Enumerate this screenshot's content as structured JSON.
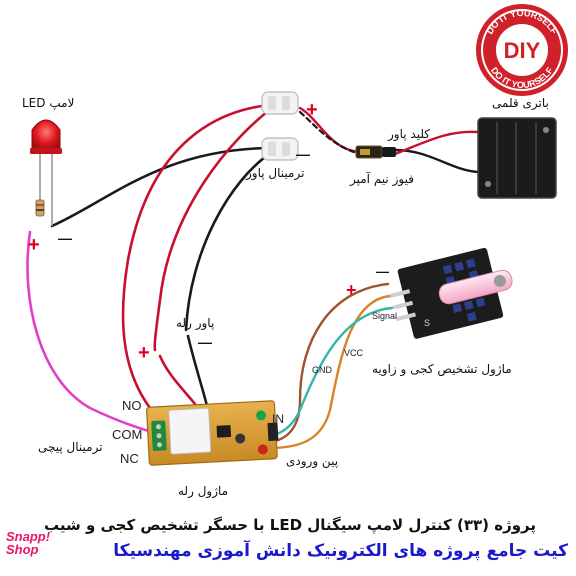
{
  "components": {
    "led_lamp": "لامپ LED",
    "battery_holder": "باتری قلمی",
    "power_switch": "کلید پاور",
    "fuse": "فیوز نیم آمپر",
    "power_terminal": "ترمینال پاور",
    "relay_power": "پاور رله",
    "tilt_module": "ماژول تشخیص کجی و زاویه",
    "input_pins": "پین ورودی",
    "screw_terminal": "ترمینال پیچی",
    "relay_module": "ماژول رله"
  },
  "relay_pins": {
    "no": "NO",
    "com": "COM",
    "nc": "NC",
    "in": "IN"
  },
  "sensor_pins": {
    "gnd": "GND",
    "vcc": "VCC",
    "signal": "Signal",
    "s": "S"
  },
  "polarity": {
    "plus": "+",
    "minus": "—"
  },
  "captions": {
    "title": "پروژه (۳۳) کنترل لامپ سیگنال LED با حسگر تشخیص کجی و شیب",
    "subtitle": "کیت جامع پروژه های الکترونیک دانش آموزی مهندسیکا"
  },
  "logo": {
    "top_text": "DO IT YOURSELF",
    "center_text": "DIY",
    "bottom_text": "DO IT YOURSELF"
  },
  "watermark": {
    "line1": "Snapp!",
    "line2": "Shop"
  },
  "colors": {
    "wire_red": "#c8102e",
    "wire_black": "#1a1a1a",
    "wire_pink": "#e040c8",
    "wire_brown": "#a0522d",
    "wire_orange": "#d9822b",
    "wire_cyan": "#37b5a8",
    "logo_red": "#d0202a",
    "caption_blue": "#1a1acb",
    "accent_pink": "#e8156b"
  }
}
